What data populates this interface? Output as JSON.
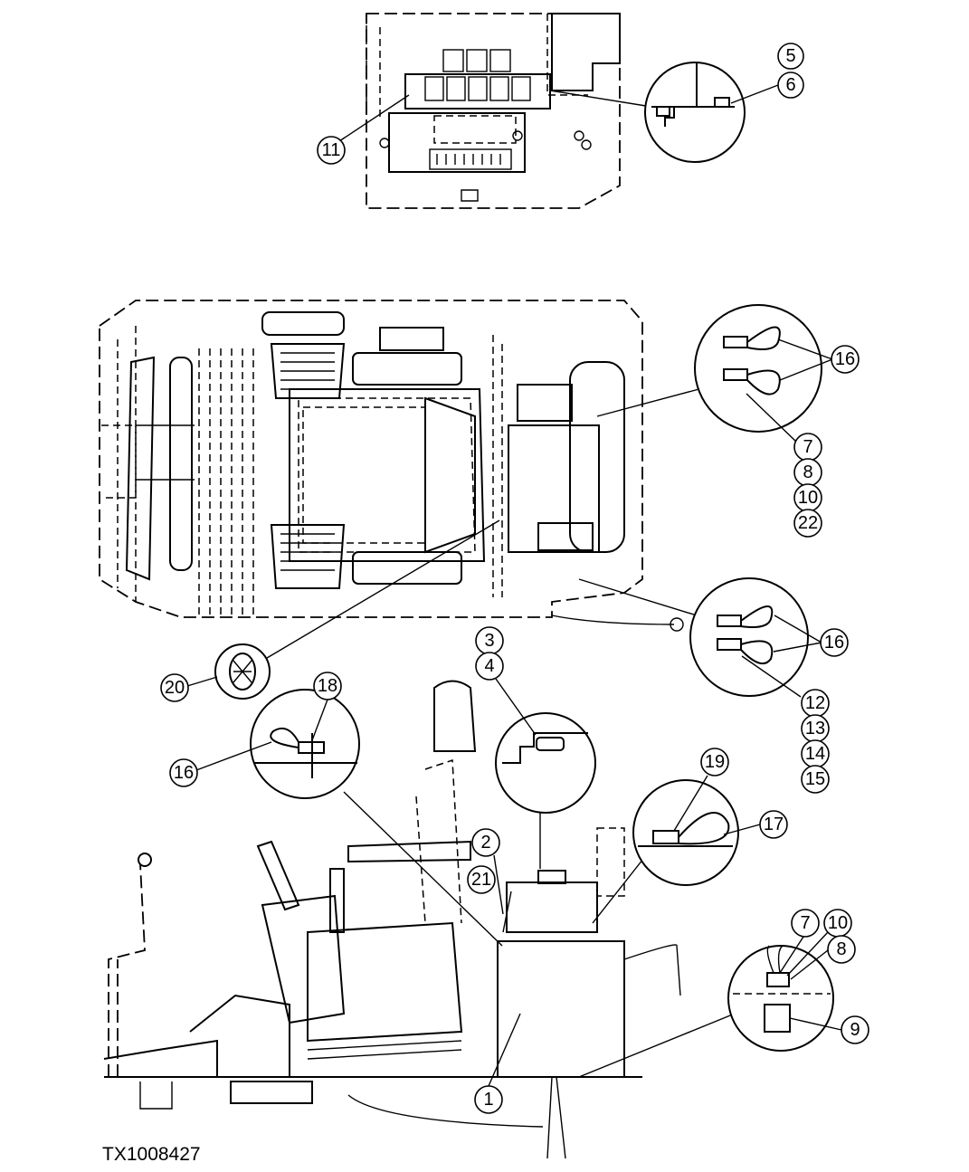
{
  "figure_id": "TX1008427",
  "callouts": [
    "1",
    "2",
    "3",
    "4",
    "5",
    "6",
    "7",
    "8",
    "9",
    "10",
    "11",
    "12",
    "13",
    "14",
    "15",
    "16",
    "17",
    "18",
    "19",
    "20",
    "21",
    "22"
  ],
  "views": {
    "top": {
      "callouts": [
        "5",
        "6",
        "11"
      ]
    },
    "middle": {
      "callouts": [
        "7",
        "8",
        "10",
        "22",
        "12",
        "13",
        "14",
        "15",
        "16",
        "20"
      ]
    },
    "bottom": {
      "callouts": [
        "1",
        "2",
        "3",
        "4",
        "7",
        "8",
        "9",
        "10",
        "16",
        "17",
        "18",
        "19",
        "21"
      ]
    }
  }
}
